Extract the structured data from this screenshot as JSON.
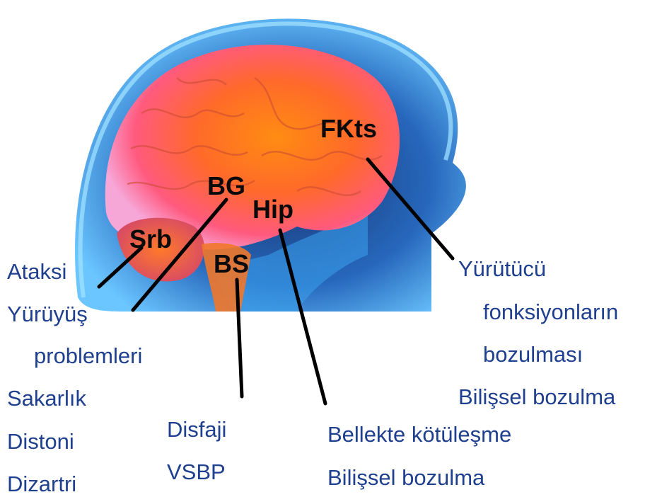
{
  "regions": {
    "fkts": "FKts",
    "bg": "BG",
    "hip": "Hip",
    "srb": "Srb",
    "bs": "BS"
  },
  "labels": {
    "ataksi": "Ataksi",
    "yuruyus": "Yürüyüş",
    "problemleri": "problemleri",
    "sakarlik": "Sakarlık",
    "distoni": "Distoni",
    "dizartri": "Dizartri",
    "disfaji": "Disfaji",
    "vsbp": "VSBP",
    "bellekte": "Bellekte kötüleşme",
    "bilissel_bottom": "Bilişsel bozulma",
    "yurutucu": "Yürütücü",
    "fonksiyonlarin": "fonksiyonların",
    "bozulmasi": "bozulması",
    "bilissel_right": "Bilişsel bozulma"
  },
  "colors": {
    "label_text": "#1f3f8f",
    "brain_core": "#ff7a1a",
    "brain_outer": "#ff5a8a",
    "head_blue": "#2f8fe0"
  }
}
